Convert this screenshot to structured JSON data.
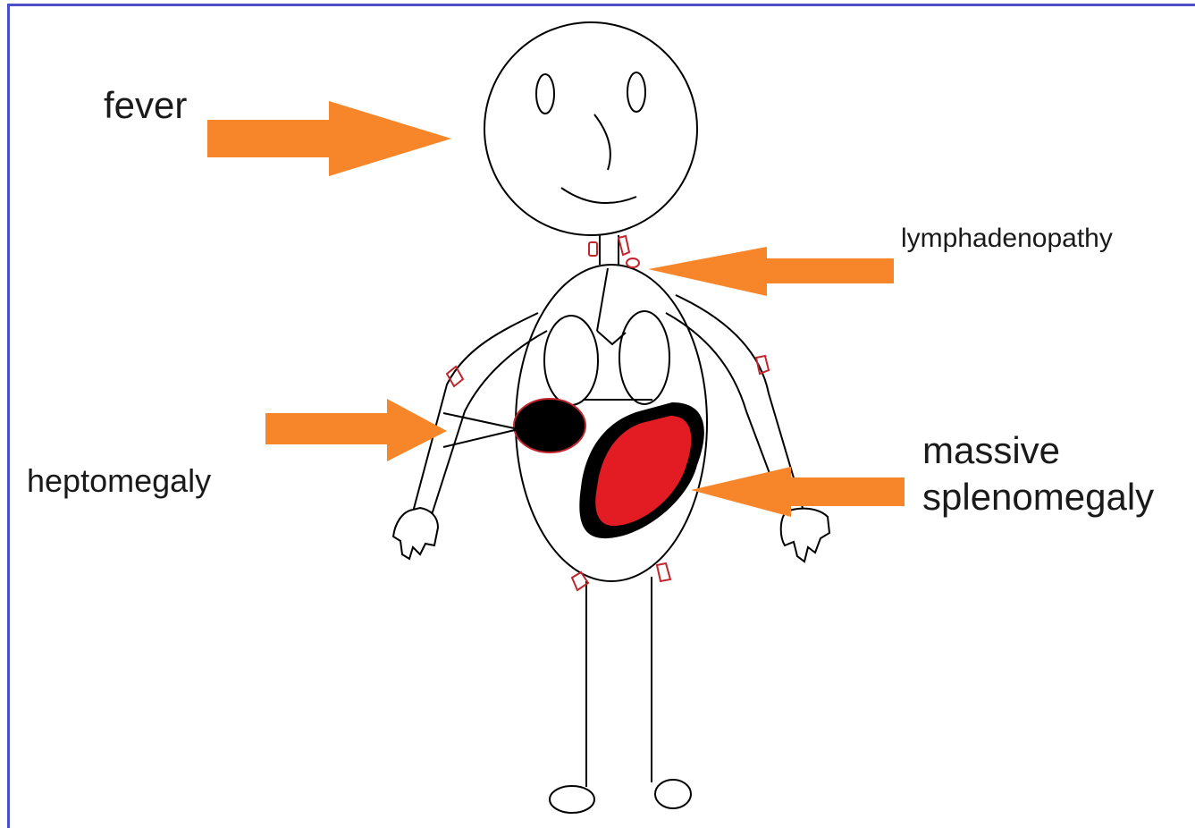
{
  "labels": {
    "fever": "fever",
    "lymphadenopathy": "lymphadenopathy",
    "heptomegaly": "heptomegaly",
    "spleno_line1": "massive",
    "spleno_line2": "splenomegaly"
  },
  "colors": {
    "arrow": "#f7862a",
    "spleen": "#e31b23",
    "organ_outline": "#000000",
    "lymph_node": "#c0262c",
    "frame": "#4b50c8"
  }
}
